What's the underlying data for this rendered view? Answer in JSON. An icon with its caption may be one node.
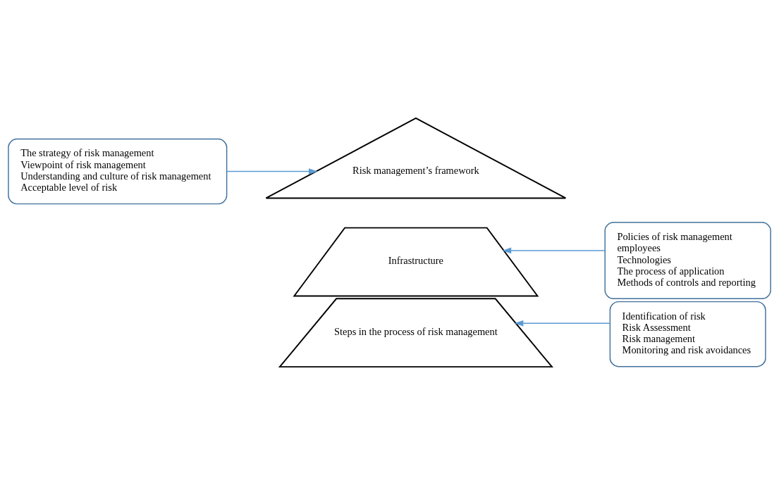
{
  "diagram": {
    "nodes": [
      {
        "text": [
          "The strategy of risk management",
          "Viewpoint of risk management",
          "Understanding and culture of risk management",
          "Acceptable level of risk"
        ]
      },
      {
        "text": [
          "Risk management’s framework"
        ]
      },
      {
        "text": [
          "Infrastructure"
        ]
      },
      {
        "text": [
          "Steps in the process of risk management"
        ]
      },
      {
        "text": [
          "Policies of risk management",
          "employees",
          "Technologies",
          "The process of application",
          "Methods of controls and reporting"
        ]
      },
      {
        "text": [
          "Identification of risk",
          "Risk Assessment",
          "Risk management",
          "Monitoring and risk avoidances"
        ]
      }
    ],
    "edges": [
      {
        "from": 0,
        "to": 1,
        "arrow": "to"
      },
      {
        "from": 4,
        "to": 2,
        "arrow": "to"
      },
      {
        "from": 5,
        "to": 3,
        "arrow": "to"
      }
    ]
  }
}
